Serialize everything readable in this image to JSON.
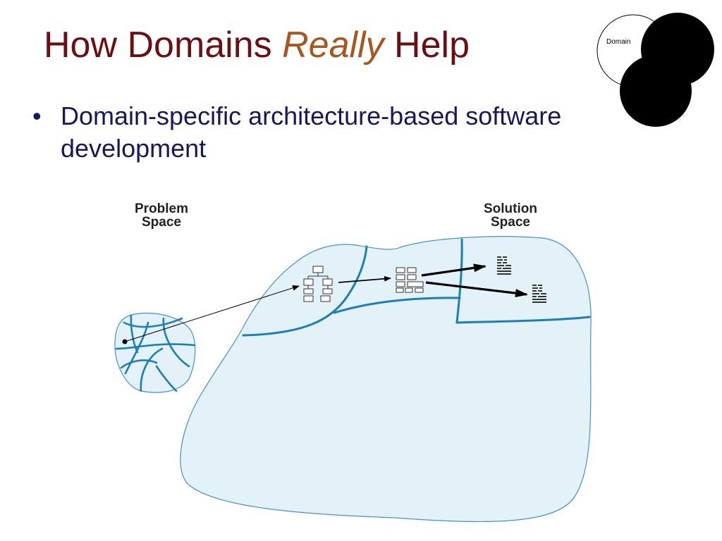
{
  "slide": {
    "title_prefix": "How Domains ",
    "title_emphasis": "Really",
    "title_suffix": " Help",
    "bullet_marker": "•",
    "bullet_text": "Domain-specific architecture-based software development"
  },
  "logo": {
    "label": "Domain"
  },
  "diagram": {
    "problem_space_line1": "Problem",
    "problem_space_line2": "Space",
    "solution_space_line1": "Solution",
    "solution_space_line2": "Space",
    "fill_color": "#e3f1f8",
    "outline_color": "#4a90c8",
    "partition_color": "#1e7fb8"
  }
}
